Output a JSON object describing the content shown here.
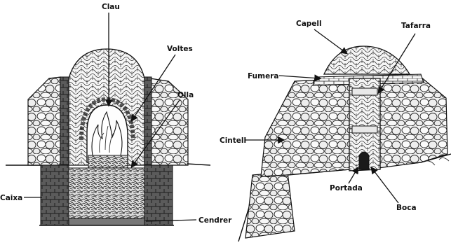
{
  "left_figure": {
    "labels": {
      "clau": "Clau",
      "voltes": "Voltes",
      "olla": "Olla",
      "caixa": "Caixa",
      "cendrer": "Cendrer"
    }
  },
  "right_figure": {
    "labels": {
      "capell": "Capell",
      "tafarra": "Tafarra",
      "fumera": "Fumera",
      "cintell": "Cintell",
      "portada": "Portada",
      "boca": "Boca"
    }
  },
  "colors": {
    "ink": "#111111",
    "stone": "#f4f4f4",
    "shadow": "#6a6a6a",
    "dark_stone": "#3a3a3a"
  }
}
